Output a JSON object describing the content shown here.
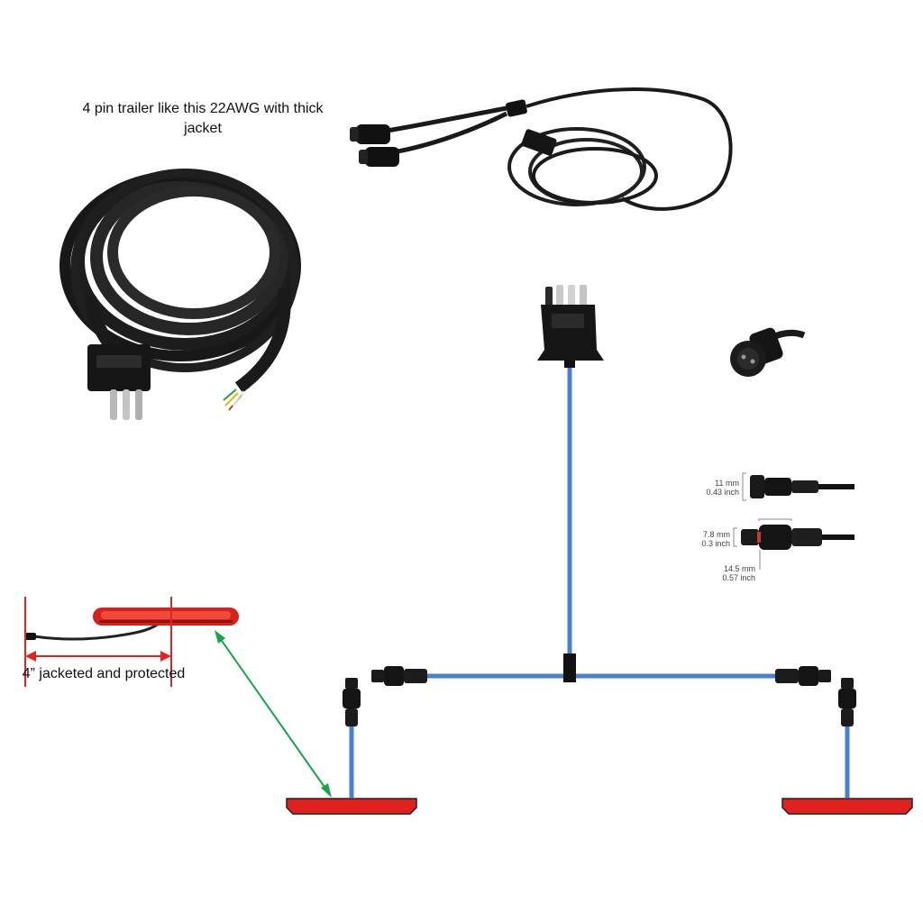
{
  "labels": {
    "trailer_caption": "4 pin trailer like this 22AWG with thick jacket",
    "jacket_caption": "4” jacketed and protected"
  },
  "dimensions": {
    "d1_mm": "11 mm",
    "d1_in": "0.43 inch",
    "d2_mm": "7.8 mm",
    "d2_in": "0.3 inch",
    "d3_mm": "14.5 mm",
    "d3_in": "0.57 inch"
  },
  "colors": {
    "wire": "#4a7fd4",
    "light_bar": "#e0201c",
    "dimension_line": "#e32222",
    "arrow": "#1aa34a",
    "connector": "#141414"
  },
  "icons": [
    "trailer-cable-coil-icon",
    "y-splitter-cable-icon",
    "four-pin-plug-icon",
    "waterproof-connector-icon",
    "connector-dimension-icon",
    "led-light-bar-icon"
  ]
}
